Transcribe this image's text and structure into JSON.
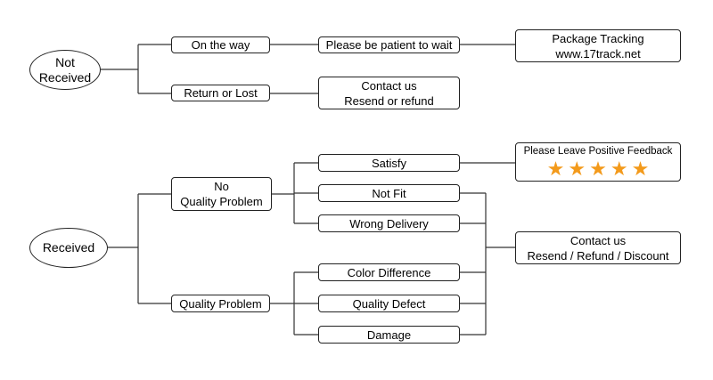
{
  "not_received": {
    "title": [
      "Not",
      "Received"
    ],
    "on_the_way": "On the way",
    "be_patient": "Please be patient to wait",
    "tracking": [
      "Package Tracking",
      "www.17track.net"
    ],
    "return_or_lost": "Return or Lost",
    "contact": [
      "Contact us",
      "Resend or refund"
    ]
  },
  "received": {
    "title": "Received",
    "no_quality_problem": [
      "No",
      "Quality Problem"
    ],
    "quality_problem": "Quality Problem",
    "satisfy": "Satisfy",
    "not_fit": "Not Fit",
    "wrong_delivery": "Wrong Delivery",
    "color_difference": "Color Difference",
    "quality_defect": "Quality Defect",
    "damage": "Damage",
    "feedback": {
      "title": "Please Leave Positive Feedback",
      "stars": 5,
      "star_glyph": "★",
      "star_color": "#f39a1b"
    },
    "contact": [
      "Contact us",
      "Resend / Refund / Discount"
    ]
  }
}
